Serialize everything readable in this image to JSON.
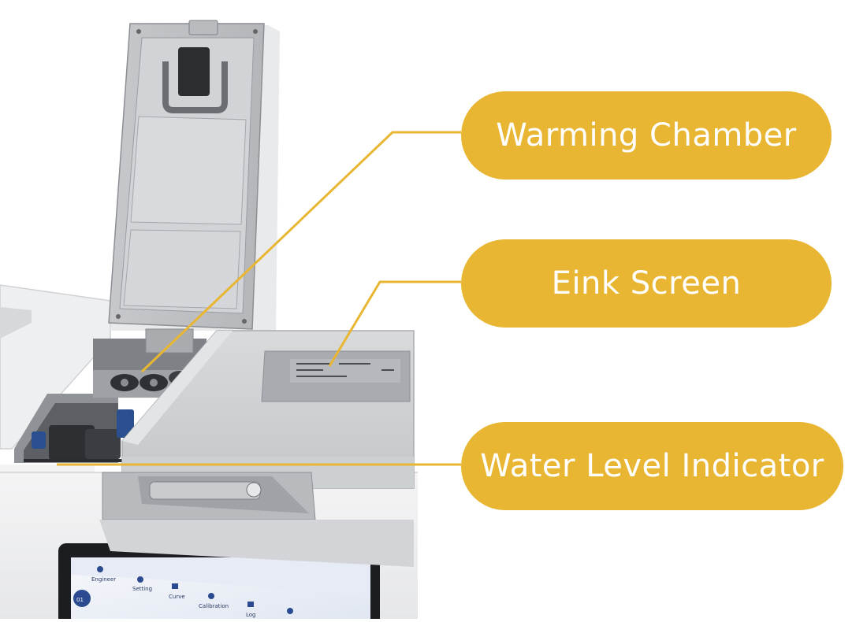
{
  "callouts": {
    "warming_chamber": "Warming Chamber",
    "eink_screen": "Eink Screen",
    "water_level_indicator": "Water Level Indicator"
  },
  "device_screen": {
    "tabs": [
      "Engineer",
      "Setting",
      "Curve",
      "Calibration",
      "Log"
    ],
    "badge": "01"
  },
  "colors": {
    "callout_fill": "#e8b632",
    "callout_text": "#ffffff",
    "leader_line": "#e8b632",
    "device_body": "#f2f2f2",
    "metal": "#c9cbce"
  }
}
